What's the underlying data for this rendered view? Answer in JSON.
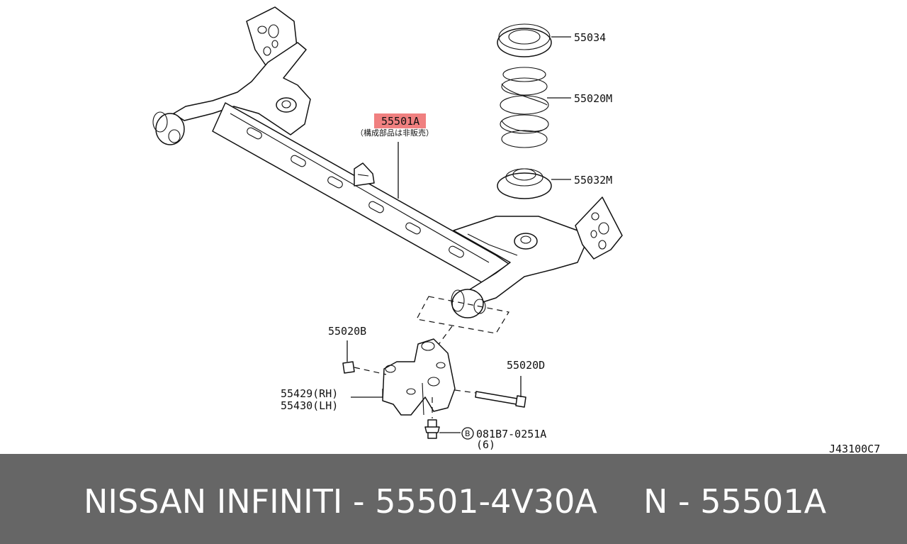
{
  "labels": {
    "p55034": "55034",
    "p55020m": "55020M",
    "p55032m": "55032M",
    "p55501a": "55501A",
    "note_jp": "（構成部品は非販売）",
    "p55020b": "55020B",
    "p55020d": "55020D",
    "p55429": "55429(RH)",
    "p55430": "55430(LH)",
    "bolt_code": "081B7-0251A",
    "bolt_marker": "B",
    "bolt_qty": "(6)",
    "drawing_id": "J43100C7"
  },
  "footer": {
    "left": "NISSAN INFINITI - 55501-4V30A",
    "right": "N - 55501A"
  },
  "colors": {
    "highlight": "#f08080",
    "footer_bg": "#666666"
  }
}
